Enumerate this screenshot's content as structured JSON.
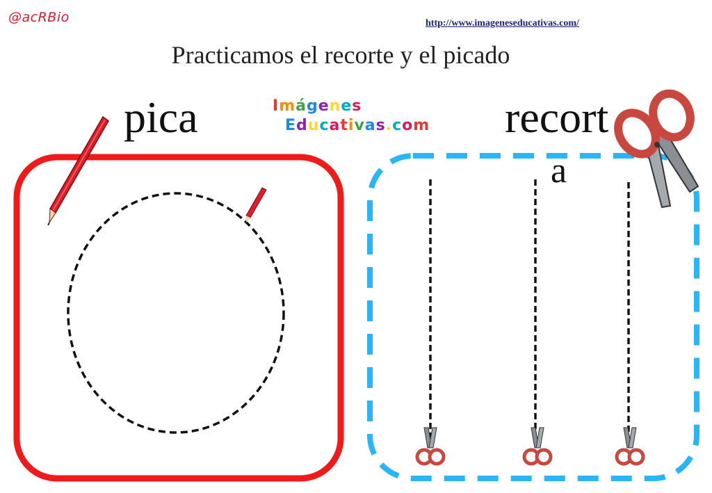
{
  "header": {
    "author": "@acRBio",
    "url": "http://www.imageneseducativas.com/"
  },
  "title": "Practicamos el recorte y el picado",
  "left_panel": {
    "label": "pica"
  },
  "right_panel": {
    "label_line1": "recort",
    "label_line2": "a"
  },
  "brand": {
    "line1": [
      "I",
      "m",
      "á",
      "g",
      "e",
      "n",
      "e",
      "s"
    ],
    "line2": [
      "E",
      "d",
      "u",
      "c",
      "a",
      "t",
      "i",
      "v",
      "a",
      "s",
      ".",
      "c",
      "o",
      "m"
    ],
    "colors": [
      "#e53935",
      "#fb8c00",
      "#43a047",
      "#1e88e5",
      "#8e24aa",
      "#fdd835",
      "#00acc1",
      "#d81b60"
    ]
  },
  "colors": {
    "pica_frame": "#f01a1a",
    "recorta_frame": "#29b6f6",
    "dash_line": "#111111",
    "pencil": "#e21d2b",
    "scissors_handle": "#c8473f",
    "scissors_blade": "#8a8f94"
  }
}
